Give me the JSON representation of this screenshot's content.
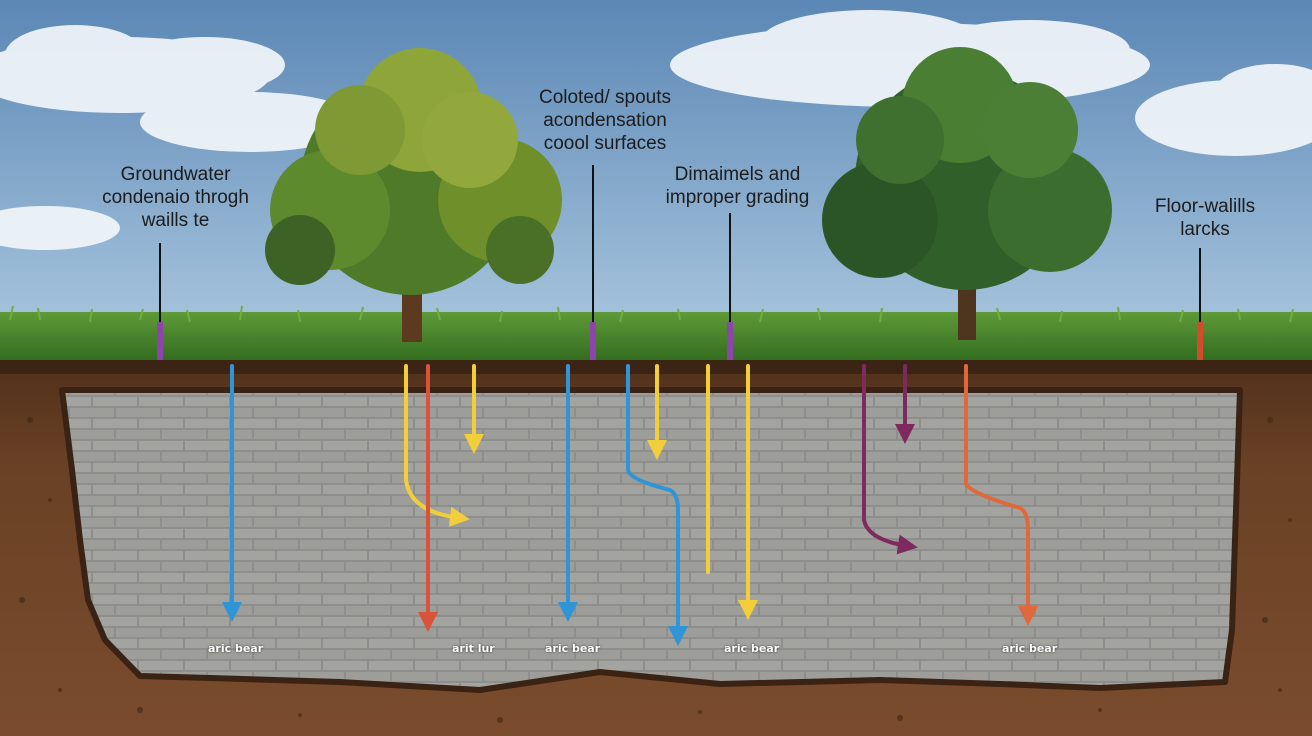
{
  "callouts": {
    "groundwater": {
      "lines": [
        "Groundwater",
        "condenaio throgh",
        "waills te"
      ],
      "marker_color": "#8e44ad"
    },
    "downspouts": {
      "lines": [
        "Coloted/ spouts",
        "acondensation",
        "coool surfaces"
      ],
      "marker_color": "#8e44ad"
    },
    "grading": {
      "lines": [
        "Dimaimels and",
        "improper grading"
      ],
      "marker_color": "#8e44ad"
    },
    "floor_wall": {
      "lines": [
        "Floor-walills",
        "larcks"
      ],
      "marker_color": "#d24b2a"
    }
  },
  "base_labels": [
    "aric bear",
    "arit lur",
    "aric bear",
    "aric bear",
    "aric bear"
  ],
  "arrow_colors": {
    "blue": "#2f95d6",
    "red": "#d9533b",
    "yellow": "#f2cf3a",
    "purple": "#7e2a5e",
    "orange": "#f0a33a"
  }
}
